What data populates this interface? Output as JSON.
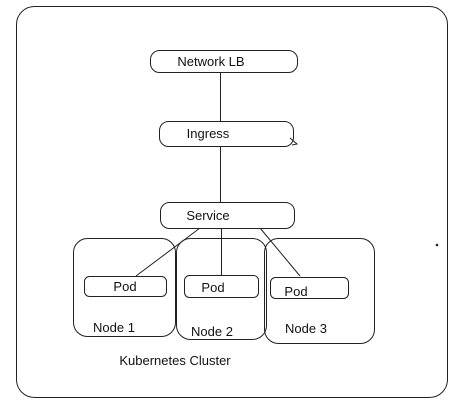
{
  "diagram": {
    "cluster": {
      "label": "Kubernetes Cluster"
    },
    "network_lb": {
      "label": "Network LB"
    },
    "ingress": {
      "label": "Ingress"
    },
    "service": {
      "label": "Service"
    },
    "nodes": [
      {
        "label": "Node 1",
        "pod_label": "Pod"
      },
      {
        "label": "Node 2",
        "pod_label": "Pod"
      },
      {
        "label": "Node 3",
        "pod_label": "Pod"
      }
    ]
  },
  "colors": {
    "stroke": "#222222",
    "background": "#ffffff"
  }
}
